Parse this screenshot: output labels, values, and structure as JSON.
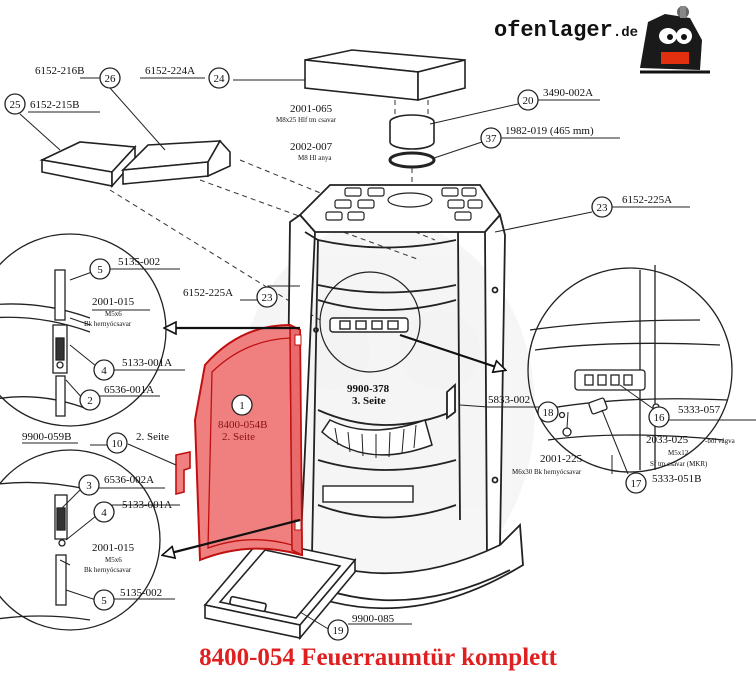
{
  "colors": {
    "accent_red": "#e02020",
    "door_fill": "#f08080",
    "line": "#222222",
    "ghost": "#e8e8e8"
  },
  "brand": {
    "name": "ofenlager",
    "suffix": ".de"
  },
  "caption": "8400-054 Feuerraumtür komplett",
  "labels": {
    "p26_code": "6152-216B",
    "p24_code": "6152-224A",
    "p25_code": "6152-215B",
    "p20_code": "3490-002A",
    "bolt_code": "2001-065",
    "bolt_desc": "M8x25 Hlf tm csavar",
    "nut_code": "2002-007",
    "nut_desc": "M8 Hl anya",
    "p37_code": "1982-019 (465 mm)",
    "p23_code_right": "6152-225A",
    "p23_code_left": "6152-225A",
    "p5_code_top": "5135-002",
    "screw_code_top": "2001-015",
    "screw_size_top": "M5x6",
    "screw_desc_top": "Bk hernyócsavar",
    "p4_code_top": "5133-001A",
    "p2_code": "6536-001A",
    "p10_code": "9900-059B",
    "p10_side": "2. Seite",
    "p3_code": "6536-002A",
    "p4_code_bottom": "5133-001A",
    "screw_code_bottom": "2001-015",
    "screw_size_bottom": "M5x6",
    "screw_desc_bottom": "Bk hernyócsavar",
    "p5_code_bottom": "5135-002",
    "door_code": "8400-054B",
    "door_side": "2. Seite",
    "center_code": "9900-378",
    "center_side": "3. Seite",
    "p5833": "5833-002",
    "p16_code": "5333-057",
    "p2033_code": "2033-025",
    "p2033_desc": "-ból vágva",
    "p2033_size": "M5x12",
    "p2033_desc2": "Sf tm csavar (MKR)",
    "p17_code": "5333-051B",
    "p2001_225_code": "2001-225",
    "p2001_225_desc": "M6x30 Bk hernyócsavar",
    "p19_code": "9900-085"
  },
  "callouts": {
    "n26": "26",
    "n24": "24",
    "n25": "25",
    "n20": "20",
    "n37": "37",
    "n23a": "23",
    "n23b": "23",
    "n5a": "5",
    "n4a": "4",
    "n2": "2",
    "n10": "10",
    "n3": "3",
    "n4b": "4",
    "n5b": "5",
    "n1": "1",
    "n18": "18",
    "n16": "16",
    "n17": "17",
    "n19": "19"
  }
}
